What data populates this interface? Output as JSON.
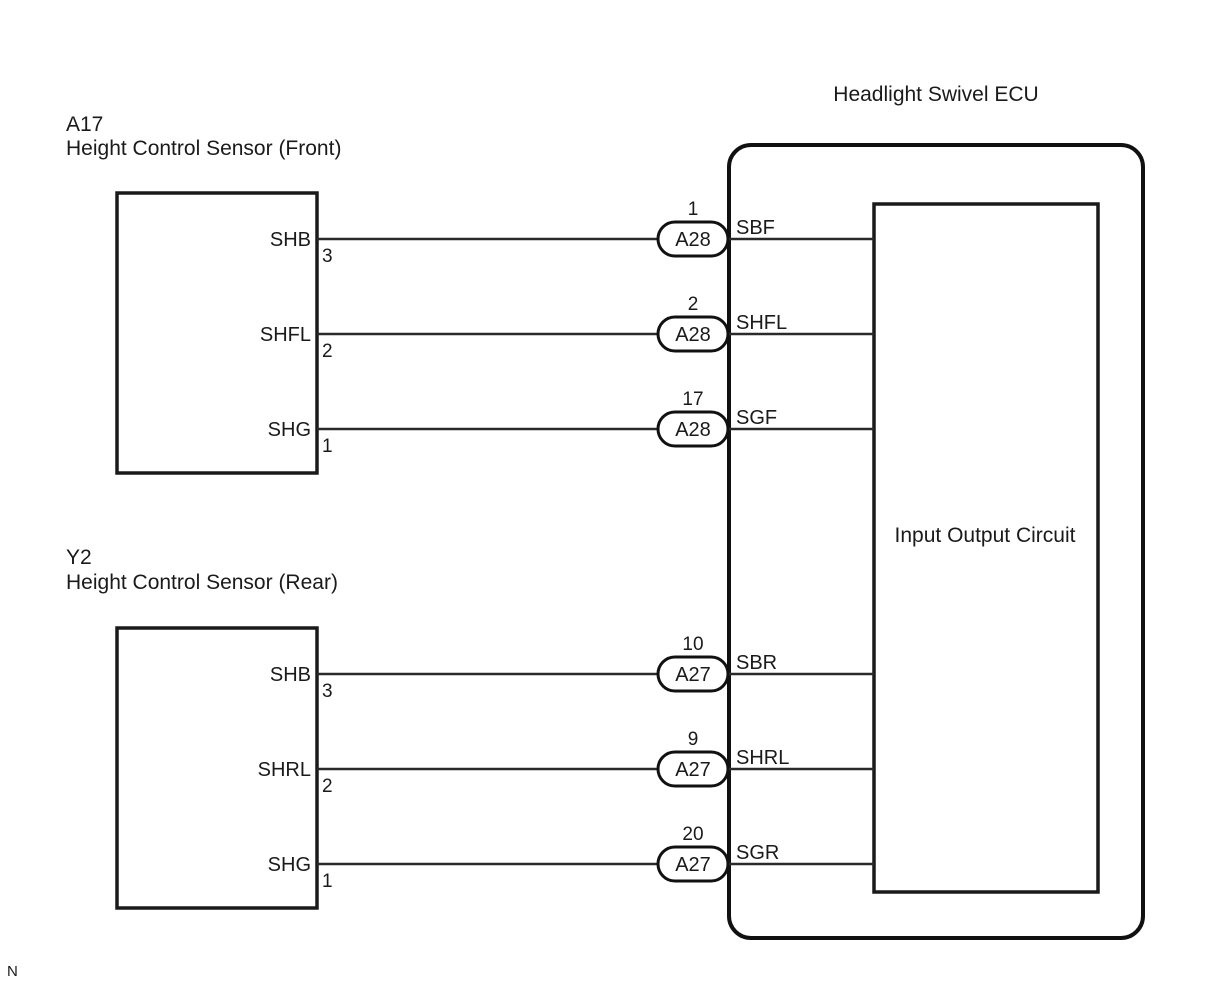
{
  "diagram": {
    "ecu": {
      "title": "Headlight Swivel ECU",
      "inner_block_label": "Input Output Circuit"
    },
    "sensors": [
      {
        "code": "A17",
        "name": "Height Control Sensor (Front)",
        "pins": [
          {
            "label": "SHB",
            "number": "3",
            "connector": "A28",
            "connector_pin": "1",
            "ecu_terminal": "SBF"
          },
          {
            "label": "SHFL",
            "number": "2",
            "connector": "A28",
            "connector_pin": "2",
            "ecu_terminal": "SHFL"
          },
          {
            "label": "SHG",
            "number": "1",
            "connector": "A28",
            "connector_pin": "17",
            "ecu_terminal": "SGF"
          }
        ]
      },
      {
        "code": "Y2",
        "name": "Height Control Sensor (Rear)",
        "pins": [
          {
            "label": "SHB",
            "number": "3",
            "connector": "A27",
            "connector_pin": "10",
            "ecu_terminal": "SBR"
          },
          {
            "label": "SHRL",
            "number": "2",
            "connector": "A27",
            "connector_pin": "9",
            "ecu_terminal": "SHRL"
          },
          {
            "label": "SHG",
            "number": "1",
            "connector": "A27",
            "connector_pin": "20",
            "ecu_terminal": "SGR"
          }
        ]
      }
    ],
    "corner_mark": "N"
  }
}
